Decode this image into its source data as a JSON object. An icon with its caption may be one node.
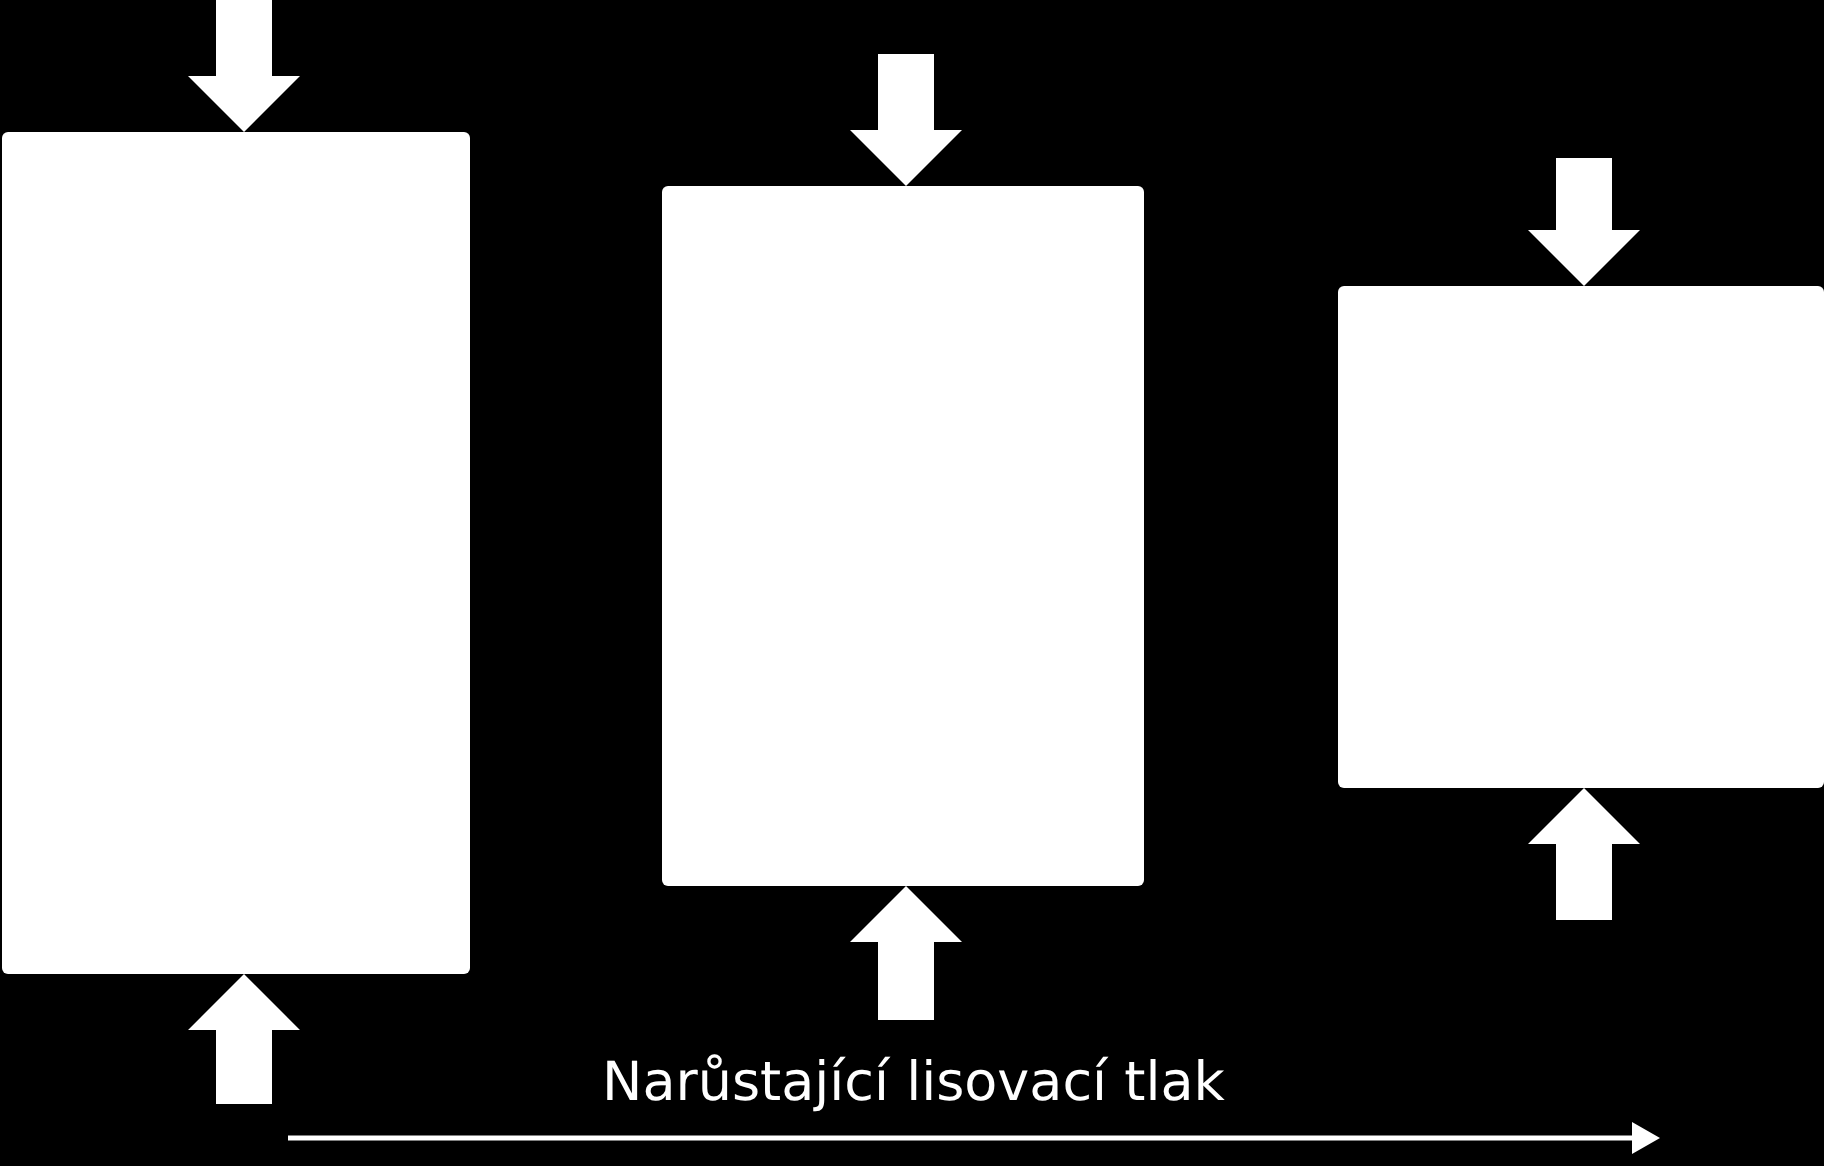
{
  "diagram": {
    "nodes": [
      {
        "text": [],
        "shape": "box"
      },
      {
        "text": [],
        "shape": "box"
      },
      {
        "text": [],
        "shape": "box"
      }
    ],
    "labels": [
      "Narůstající lisovací tlak"
    ]
  }
}
